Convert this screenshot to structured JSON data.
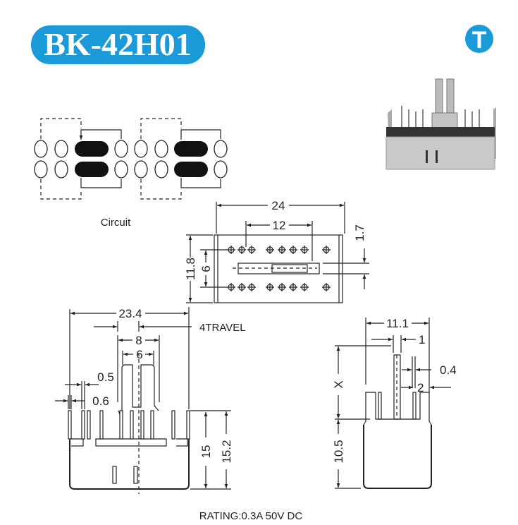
{
  "header": {
    "model": "BK-42H01",
    "logo_letter": "T",
    "accent_color": "#1a9ad9"
  },
  "circuit": {
    "label": "Circuit"
  },
  "top_view": {
    "width": "24",
    "pitch": "12",
    "height": "11.8",
    "row_spacing": "6",
    "offset": "1.7"
  },
  "front_view": {
    "width": "23.4",
    "travel": "4TRAVEL",
    "actuator_outer": "8",
    "actuator_inner": "6",
    "pin_width": "0.5",
    "pin_thickness": "0.6",
    "height": "15",
    "height_total": "15.2"
  },
  "side_view": {
    "width": "11.1",
    "actuator_thickness": "1",
    "gap": "0.4",
    "actuator_offset": "2",
    "actuator_height": "X",
    "body_height": "10.5"
  },
  "footer": {
    "rating": "RATING:0.3A 50V DC"
  }
}
